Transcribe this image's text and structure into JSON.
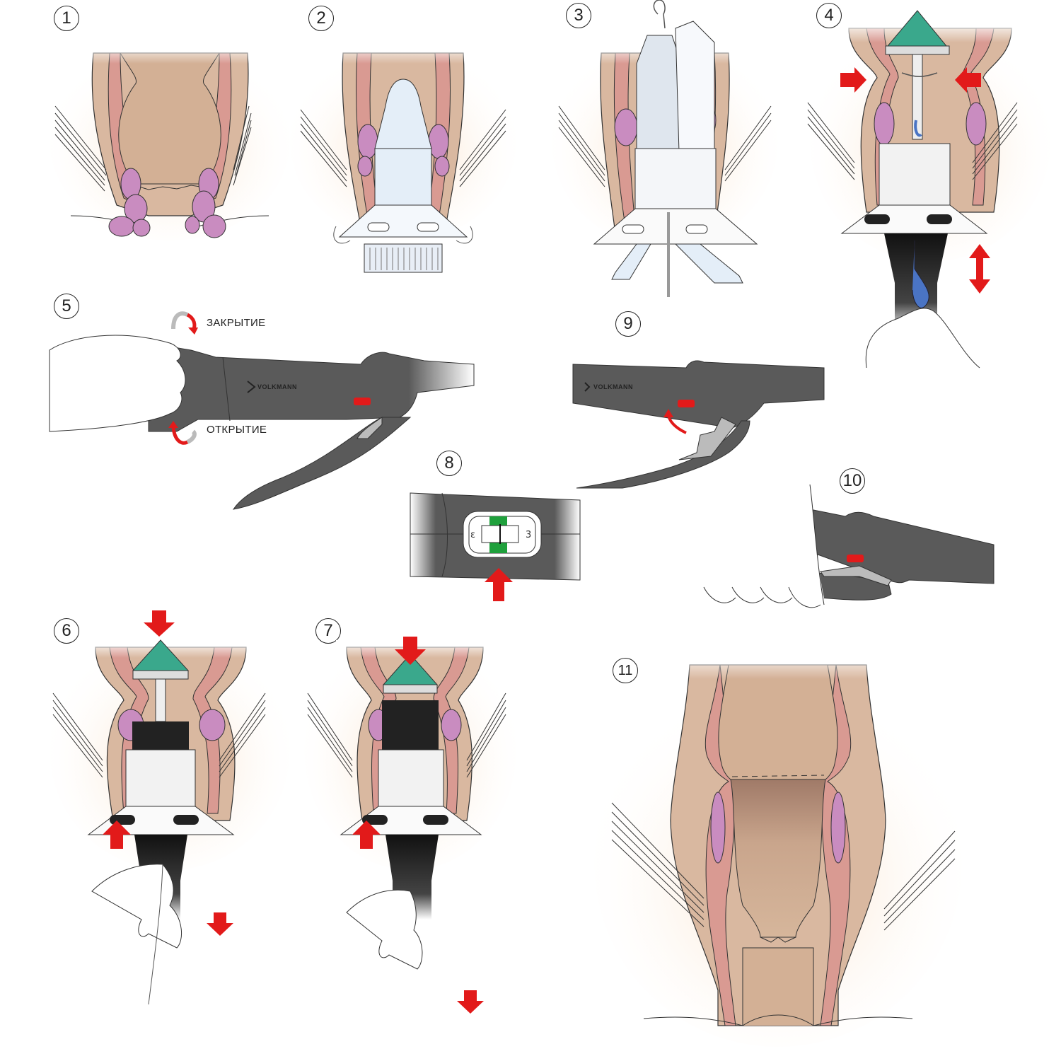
{
  "steps": [
    {
      "number": "1"
    },
    {
      "number": "2"
    },
    {
      "number": "3"
    },
    {
      "number": "4"
    },
    {
      "number": "5"
    },
    {
      "number": "6"
    },
    {
      "number": "7"
    },
    {
      "number": "8"
    },
    {
      "number": "9"
    },
    {
      "number": "10"
    },
    {
      "number": "11"
    }
  ],
  "labels": {
    "closing": "ЗАКРЫТИЕ",
    "opening": "ОТКРЫТИЕ",
    "brand": "VOLKMANN"
  },
  "colors": {
    "tissue": "#d9b8a0",
    "mucosa": "#d99a92",
    "hemorrhoid": "#c98cc0",
    "skin_glow": "#fbe3cc",
    "arrow": "#e21a1a",
    "anvil": "#3aa88c",
    "stapler": "#555555",
    "device_white": "#f2f2f2",
    "lever_blue": "#4a74c4",
    "indicator_green": "#1fa03c"
  }
}
